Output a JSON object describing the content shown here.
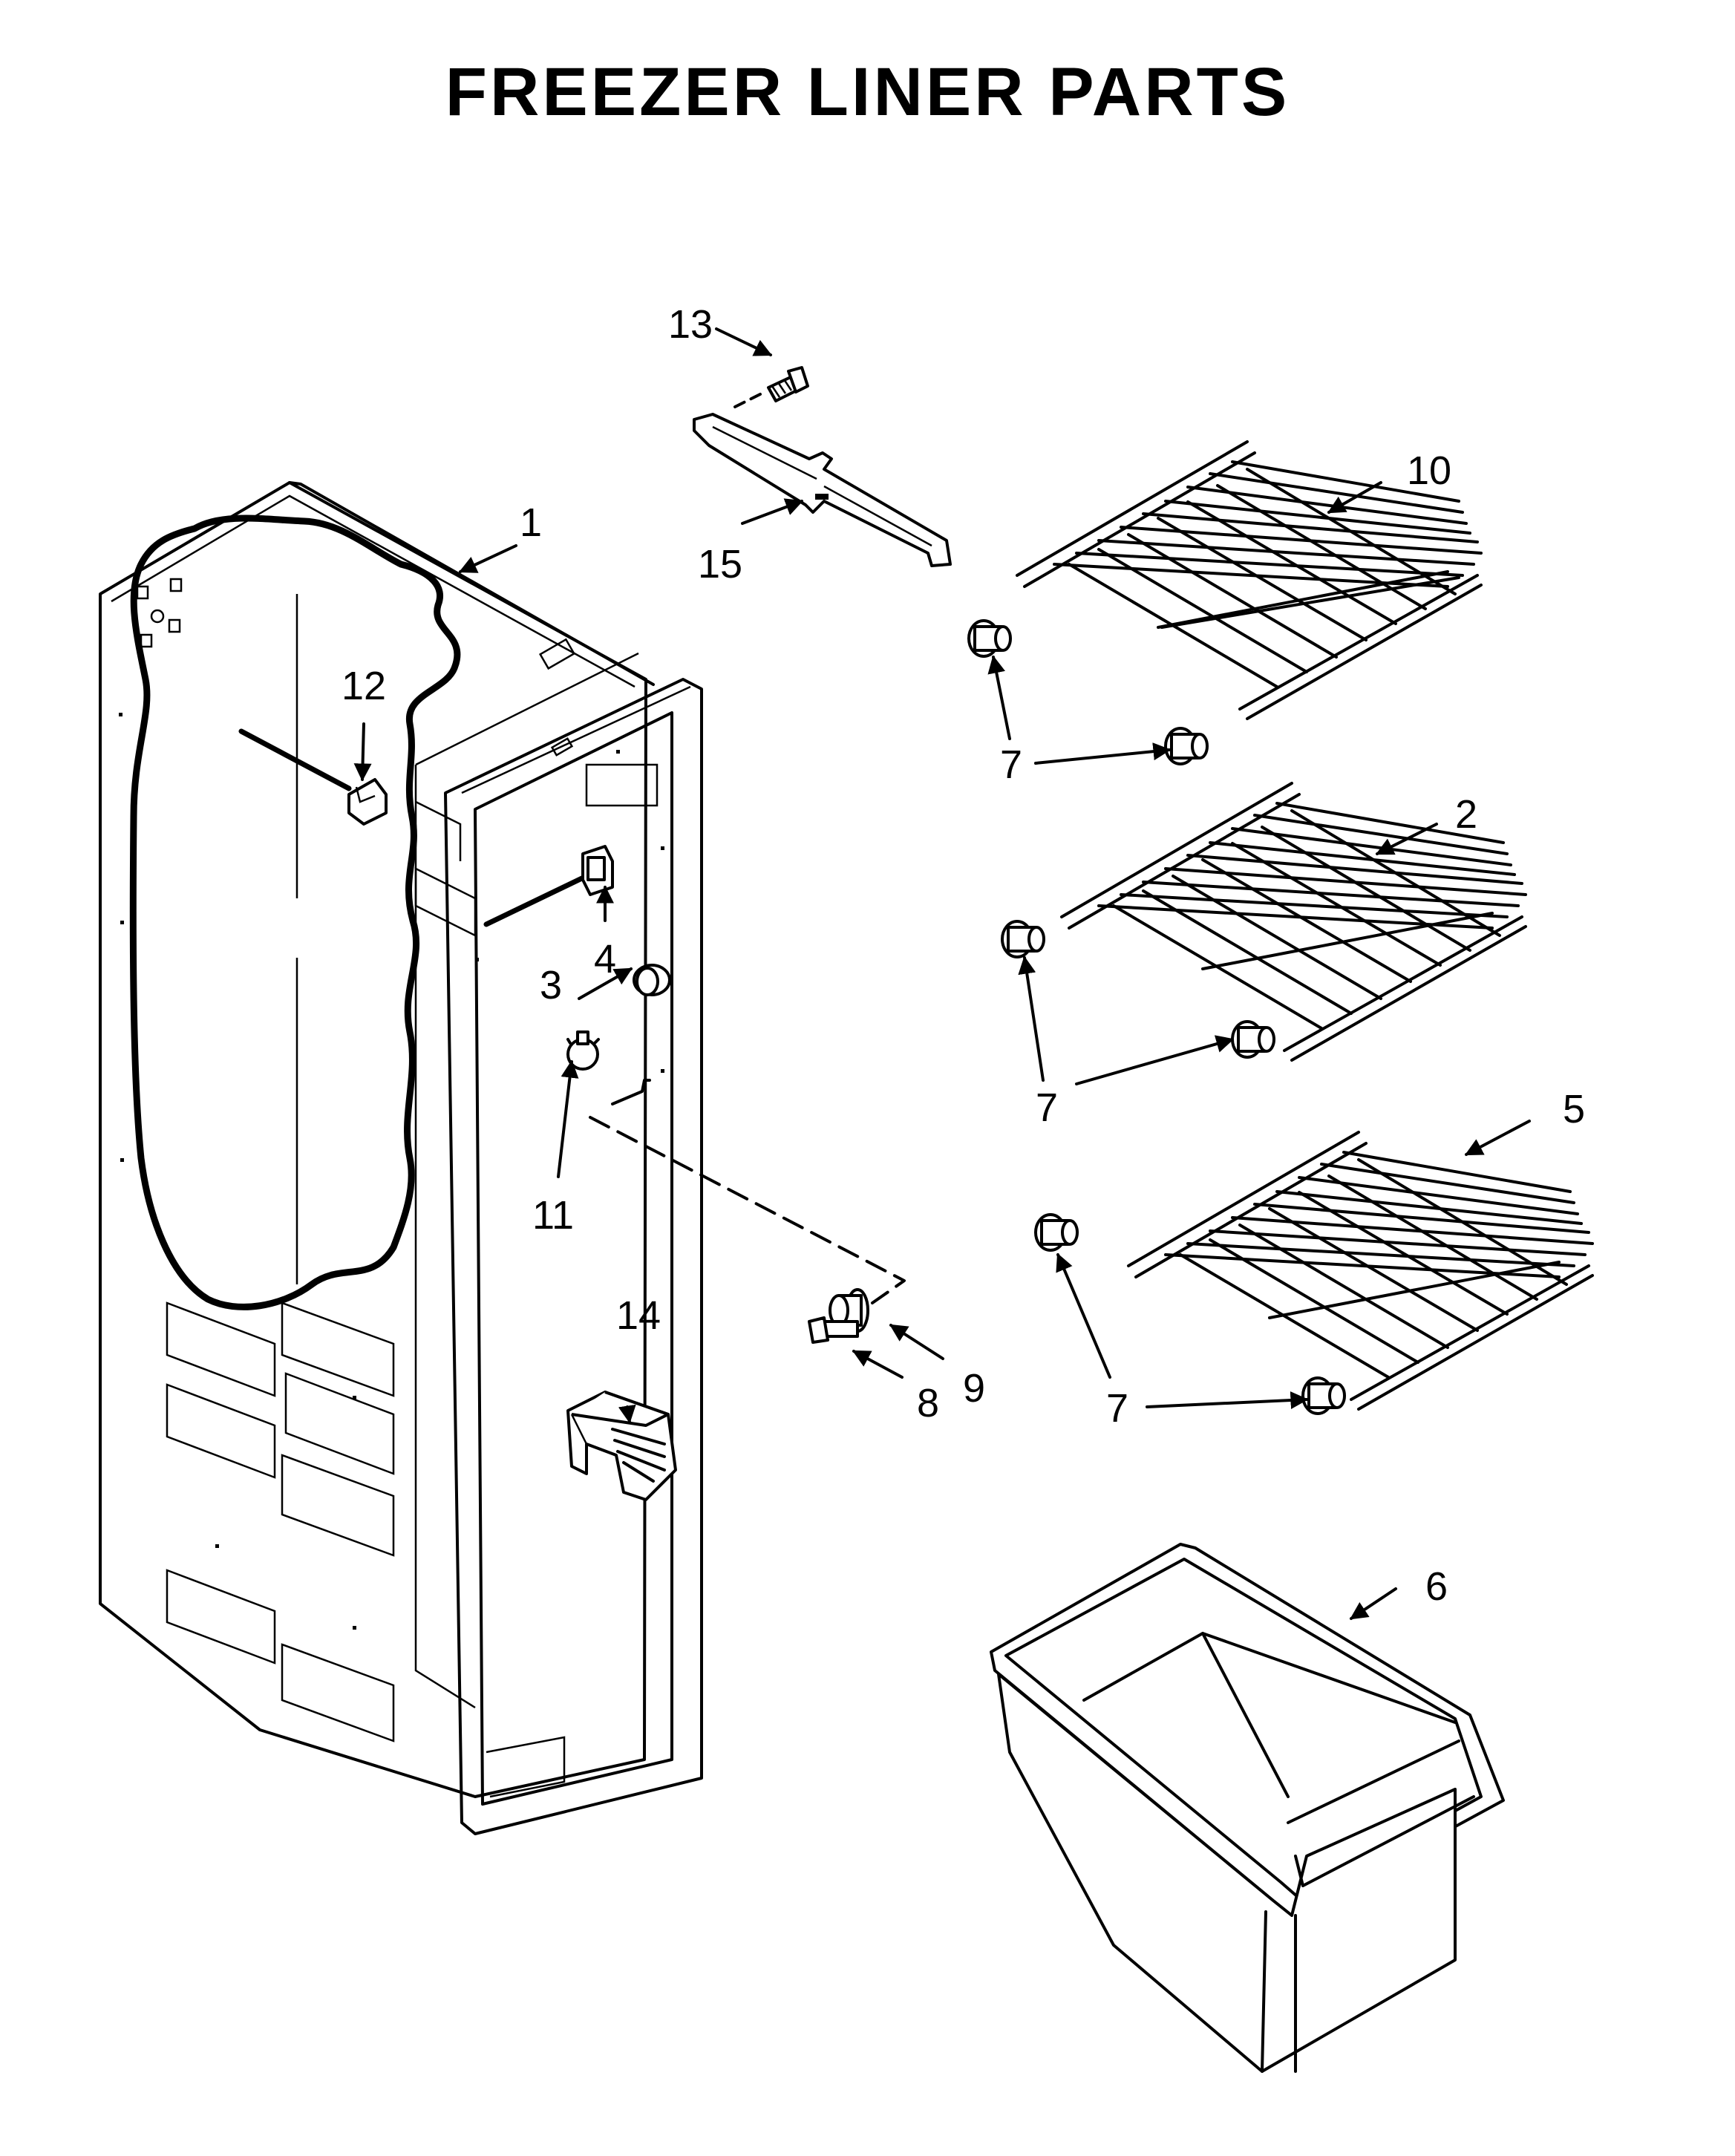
{
  "title": "FREEZER LINER PARTS",
  "callouts": [
    {
      "id": "1",
      "label": "1"
    },
    {
      "id": "2",
      "label": "2"
    },
    {
      "id": "3",
      "label": "3"
    },
    {
      "id": "4",
      "label": "4"
    },
    {
      "id": "5",
      "label": "5"
    },
    {
      "id": "6",
      "label": "6"
    },
    {
      "id": "7a",
      "label": "7"
    },
    {
      "id": "7b",
      "label": "7"
    },
    {
      "id": "7c",
      "label": "7"
    },
    {
      "id": "8",
      "label": "8"
    },
    {
      "id": "9",
      "label": "9"
    },
    {
      "id": "10",
      "label": "10"
    },
    {
      "id": "11",
      "label": "11"
    },
    {
      "id": "12",
      "label": "12"
    },
    {
      "id": "13",
      "label": "13"
    },
    {
      "id": "14",
      "label": "14"
    },
    {
      "id": "15",
      "label": "15"
    }
  ]
}
